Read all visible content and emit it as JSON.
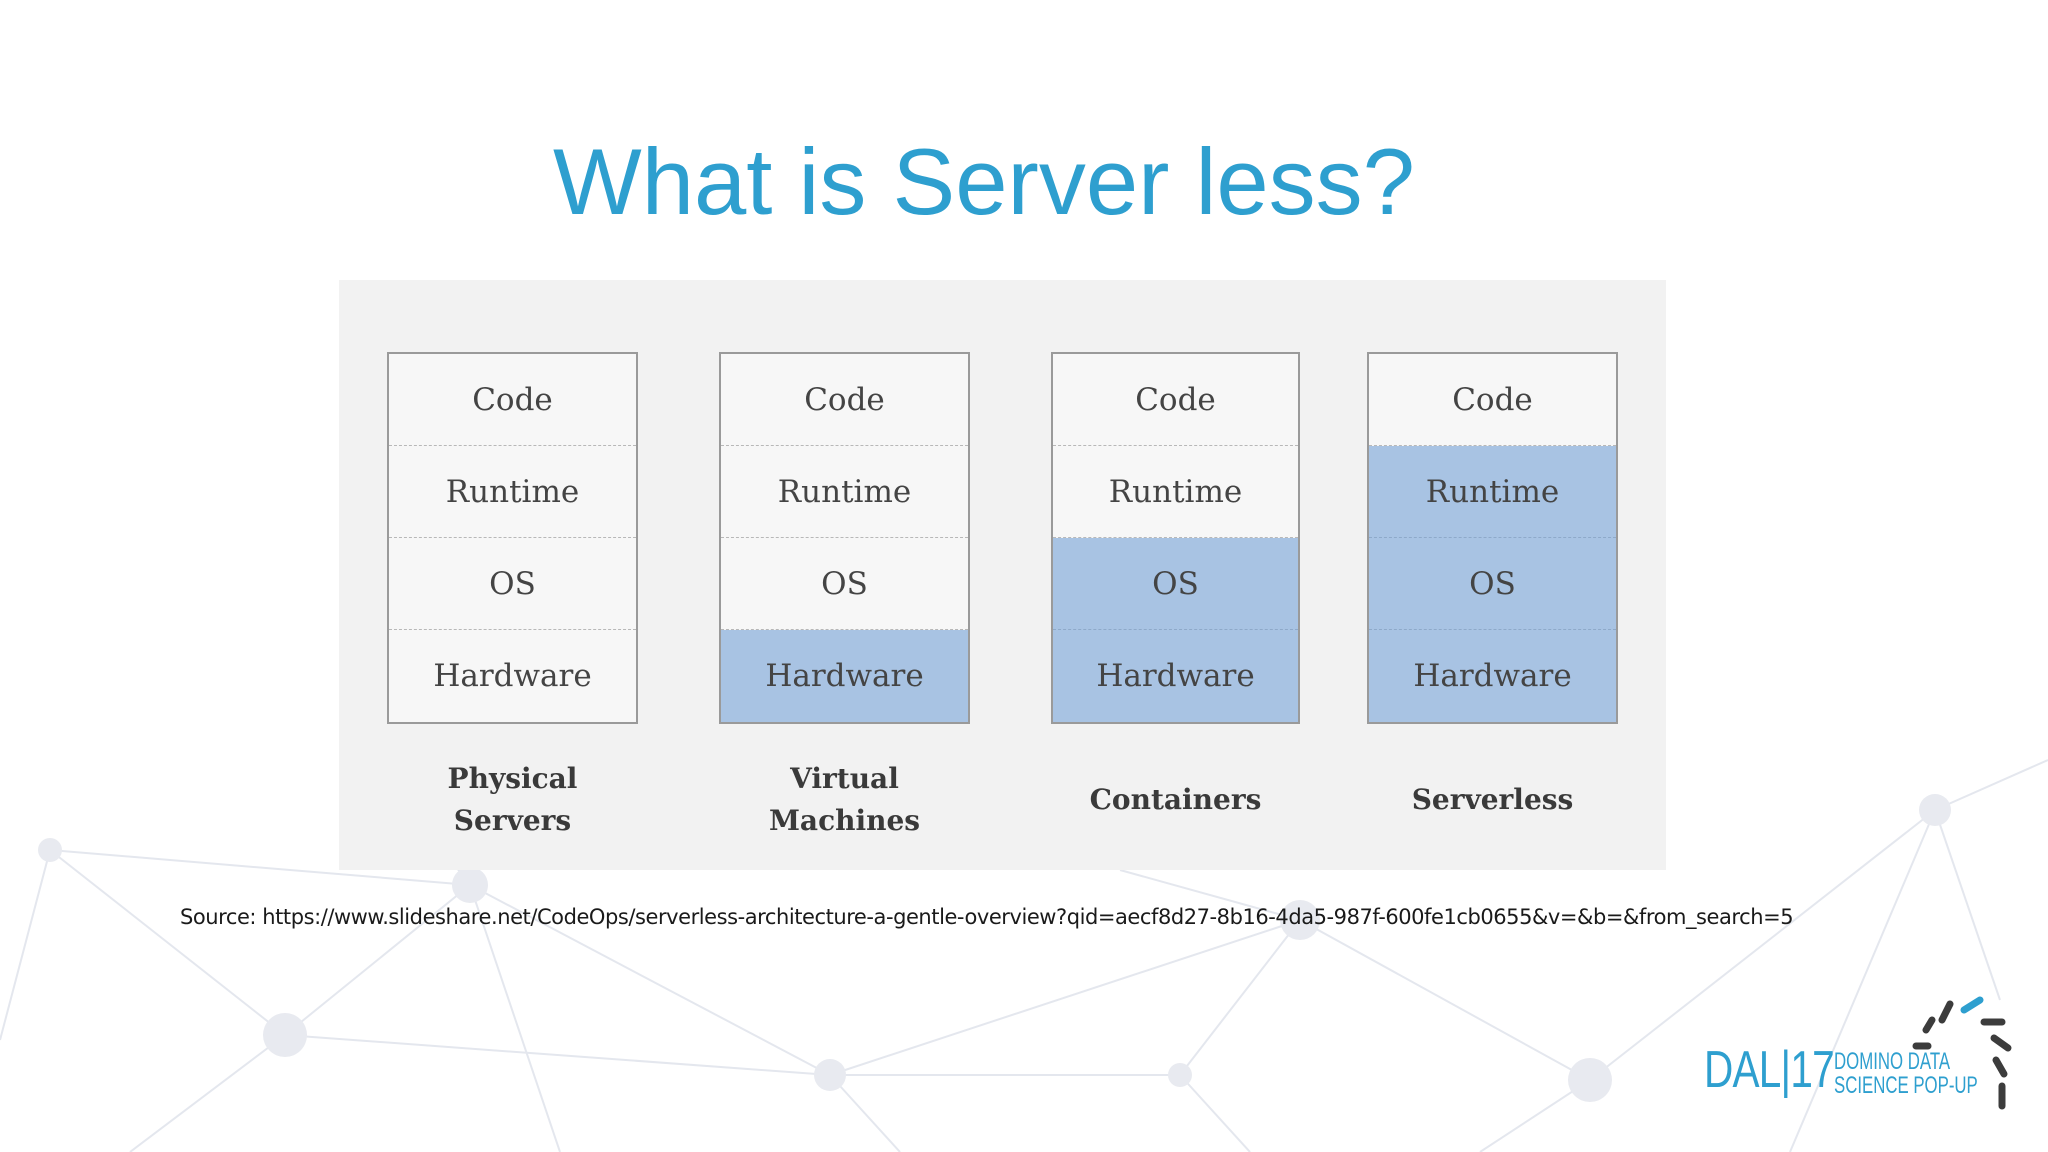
{
  "slide": {
    "title": "What is Server less?"
  },
  "diagram": {
    "columns": [
      {
        "label_lines": [
          "Physical",
          "Servers"
        ],
        "layers": [
          {
            "name": "Code",
            "managed": false
          },
          {
            "name": "Runtime",
            "managed": false
          },
          {
            "name": "OS",
            "managed": false
          },
          {
            "name": "Hardware",
            "managed": false
          }
        ]
      },
      {
        "label_lines": [
          "Virtual",
          "Machines"
        ],
        "layers": [
          {
            "name": "Code",
            "managed": false
          },
          {
            "name": "Runtime",
            "managed": false
          },
          {
            "name": "OS",
            "managed": false
          },
          {
            "name": "Hardware",
            "managed": true
          }
        ]
      },
      {
        "label_lines": [
          "Containers"
        ],
        "layers": [
          {
            "name": "Code",
            "managed": false
          },
          {
            "name": "Runtime",
            "managed": false
          },
          {
            "name": "OS",
            "managed": true
          },
          {
            "name": "Hardware",
            "managed": true
          }
        ]
      },
      {
        "label_lines": [
          "Serverless"
        ],
        "layers": [
          {
            "name": "Code",
            "managed": false
          },
          {
            "name": "Runtime",
            "managed": true
          },
          {
            "name": "OS",
            "managed": true
          },
          {
            "name": "Hardware",
            "managed": true
          }
        ]
      }
    ],
    "colors": {
      "managed_fill": "#a8c3e3",
      "unmanaged_fill": "#f7f7f7"
    }
  },
  "source_text": "Source: https://www.slideshare.net/CodeOps/serverless-architecture-a-gentle-overview?qid=aecf8d27-8b16-4da5-987f-600fe1cb0655&v=&b=&from_search=5",
  "logo": {
    "event": "DAL|17",
    "line1": "DOMINO DATA",
    "line2": "SCIENCE POP-UP"
  },
  "colors": {
    "accent": "#2e9fcf"
  }
}
